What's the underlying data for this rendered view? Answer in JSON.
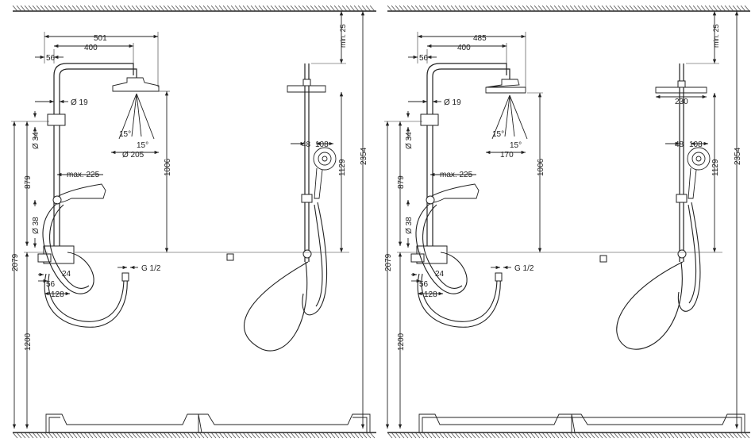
{
  "drawings": [
    {
      "id": "left",
      "dims": {
        "width_total": "501",
        "arm": "400",
        "offset": "56",
        "pipe_diam": "Ø 19",
        "bar_diam_top": "Ø 34",
        "bar_diam_bottom": "Ø 38",
        "angle_left": "15°",
        "angle_right": "15°",
        "head_diam": "Ø 205",
        "reach": "max. 225",
        "height_head": "1006",
        "height_rail": "879",
        "total_from_mixer": "2079",
        "mixer_height": "1200",
        "total_height": "2354",
        "min_clear": "min. 25",
        "head_to_mixer": "1129",
        "handshower_a": "48",
        "handshower_b": "108",
        "conn": "G 1/2",
        "mixer_a": "24",
        "mixer_b": "56",
        "mixer_c": "128"
      }
    },
    {
      "id": "right",
      "dims": {
        "width_total": "485",
        "arm": "400",
        "offset": "56",
        "pipe_diam": "Ø 19",
        "bar_diam_top": "Ø 34",
        "bar_diam_bottom": "Ø 38",
        "angle_left": "15°",
        "angle_right": "15°",
        "head_width": "170",
        "head_width_side": "230",
        "reach": "max. 225",
        "height_head": "1006",
        "height_rail": "879",
        "total_from_mixer": "2079",
        "mixer_height": "1200",
        "total_height": "2354",
        "min_clear": "min. 25",
        "head_to_mixer": "1129",
        "handshower_a": "48",
        "handshower_b": "108",
        "conn": "G 1/2",
        "mixer_a": "24",
        "mixer_b": "56",
        "mixer_c": "128"
      }
    }
  ]
}
